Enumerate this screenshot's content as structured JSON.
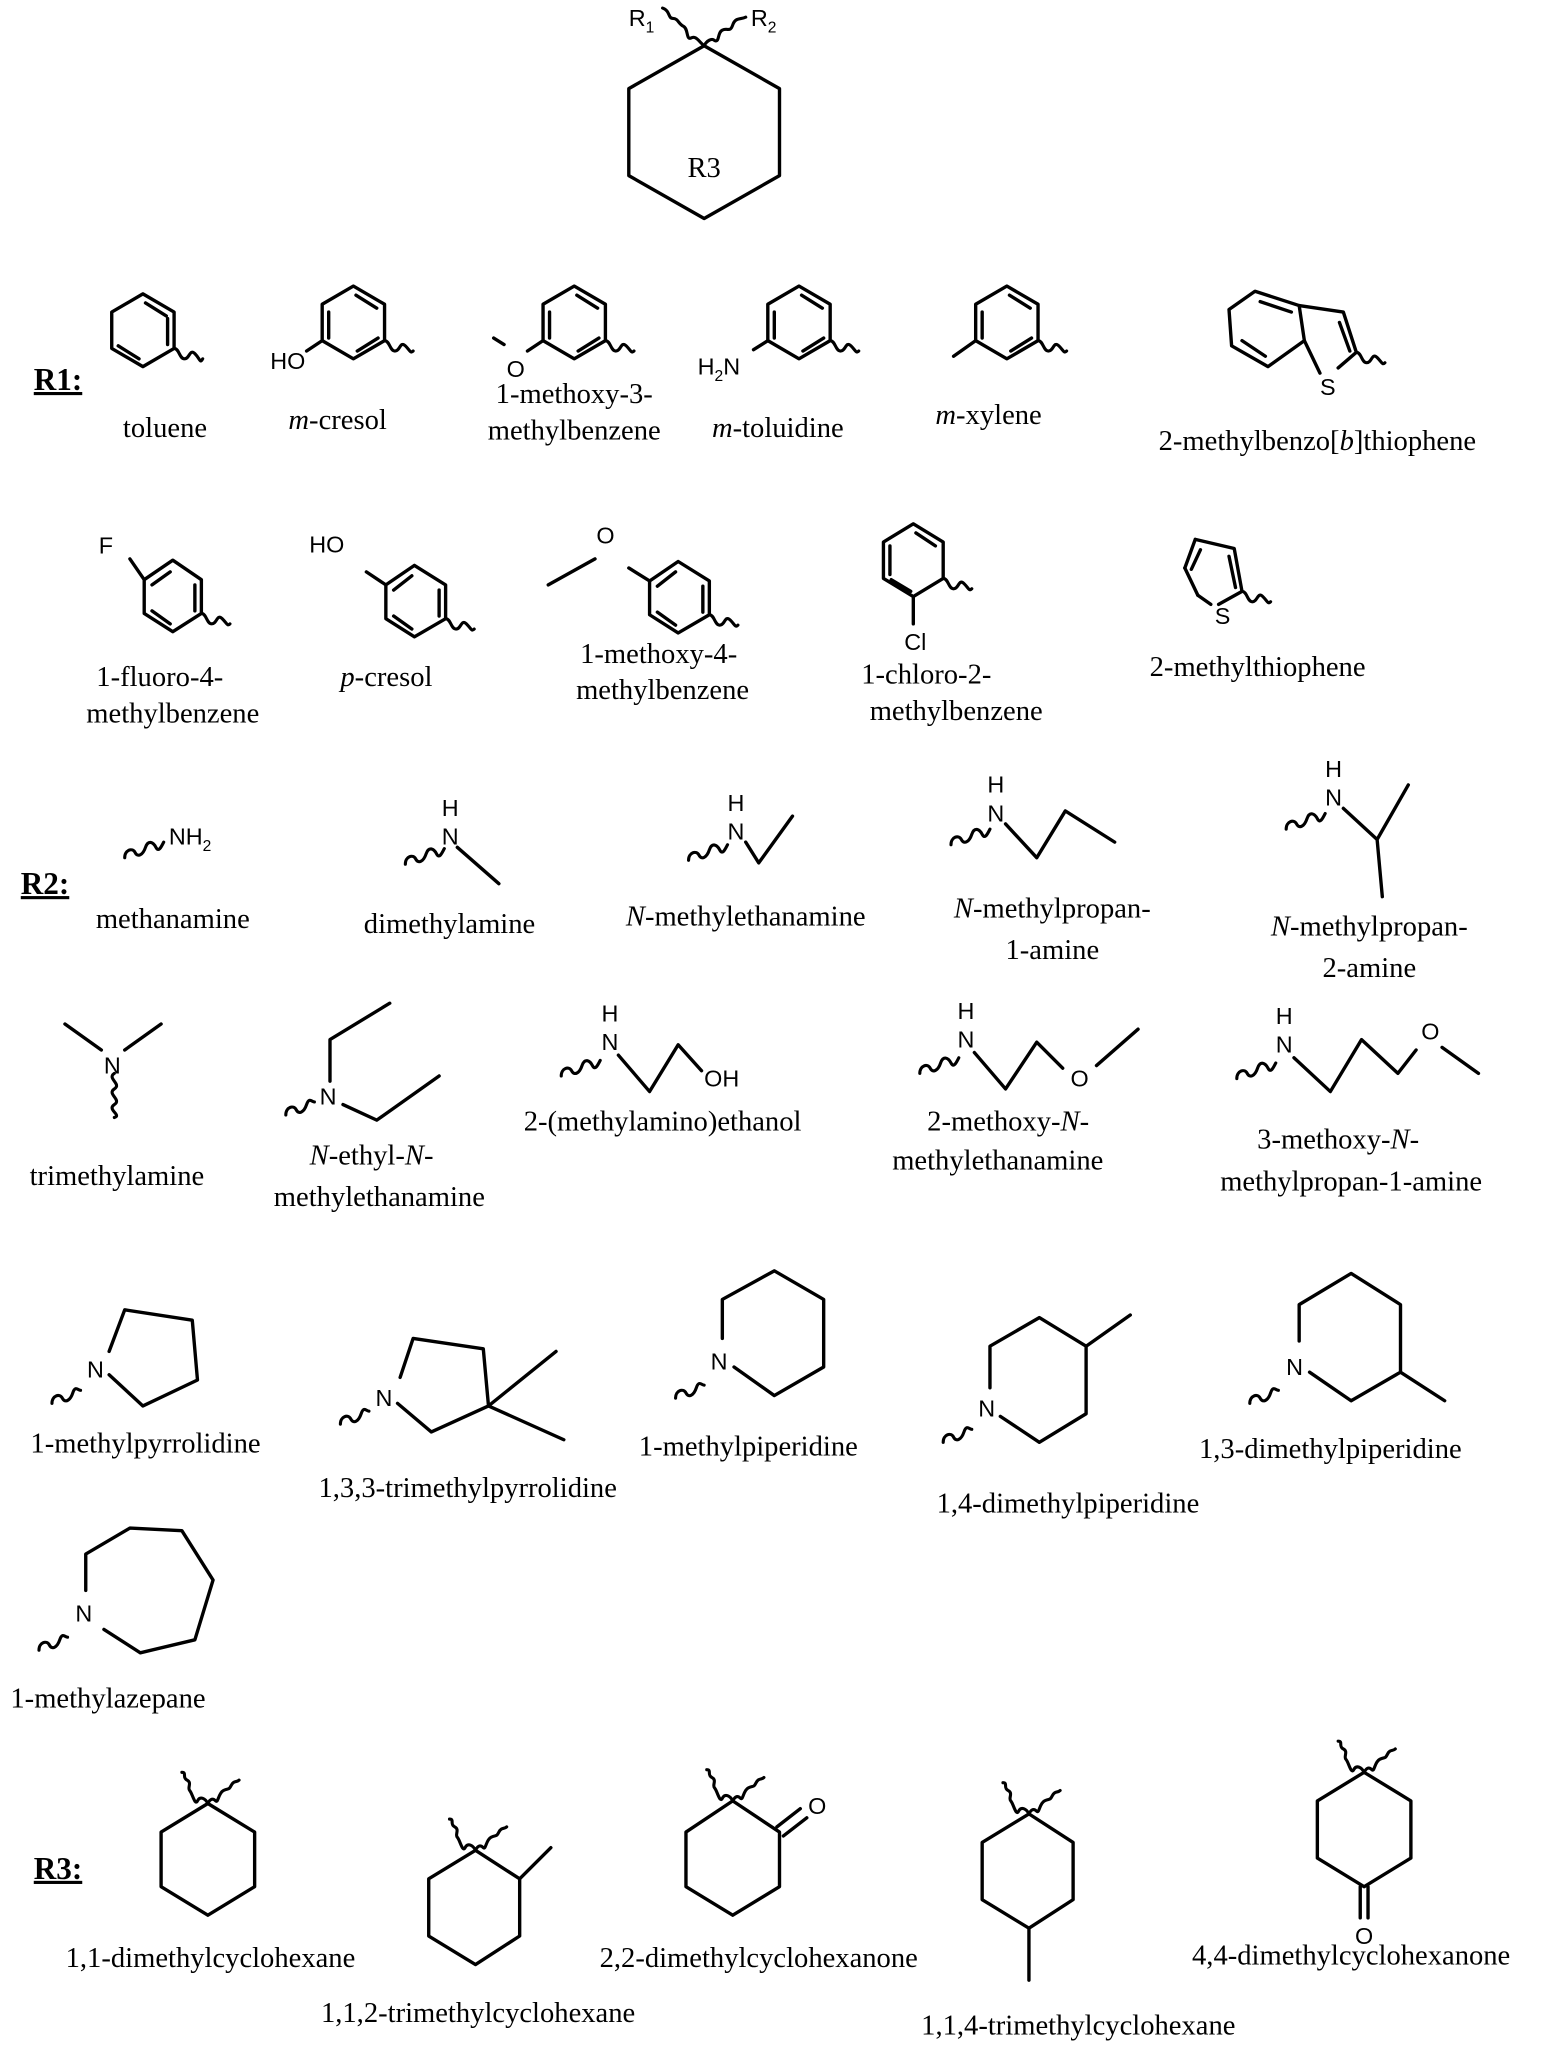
{
  "figure": {
    "core": {
      "r1": "R",
      "r1_sub": "1",
      "r2": "R",
      "r2_sub": "2",
      "center": "R3"
    },
    "groups": {
      "r1": "R1:",
      "r2": "R2:",
      "r3": "R3:"
    },
    "atoms": {
      "HO": "HO",
      "O": "O",
      "H2N": "H",
      "H2N_sub": "2",
      "N": "N",
      "S": "S",
      "F": "F",
      "Cl": "Cl",
      "H": "H",
      "NH2": "NH",
      "NH2_sub": "2",
      "OH": "OH"
    },
    "r1": [
      {
        "name": "toluene"
      },
      {
        "italic": "m",
        "rest": "-cresol"
      },
      {
        "line1": "1-methoxy-3-",
        "line2": "methylbenzene"
      },
      {
        "italic": "m",
        "rest": "-toluidine"
      },
      {
        "italic": "m",
        "rest": "-xylene"
      },
      {
        "pre": "2-methylbenzo[",
        "italic": "b",
        "post": "]thiophene"
      },
      {
        "line1": "1-fluoro-4-",
        "line2": "methylbenzene"
      },
      {
        "italic": "p",
        "rest": "-cresol"
      },
      {
        "line1": "1-methoxy-4-",
        "line2": "methylbenzene"
      },
      {
        "line1": "1-chloro-2-",
        "line2": "methylbenzene"
      },
      {
        "name": "2-methylthiophene"
      }
    ],
    "r2": [
      {
        "name": "methanamine"
      },
      {
        "name": "dimethylamine"
      },
      {
        "italic": "N",
        "rest": "-methylethanamine"
      },
      {
        "italic": "N",
        "rest": "-methylpropan-",
        "line2": "1-amine"
      },
      {
        "italic": "N",
        "rest": "-methylpropan-",
        "line2": "2-amine"
      },
      {
        "name": "trimethylamine"
      },
      {
        "italic": "N",
        "mid": "-ethyl-",
        "italic2": "N",
        "rest": "-",
        "line2": "methylethanamine"
      },
      {
        "name": "2-(methylamino)ethanol"
      },
      {
        "pre": "2-methoxy-",
        "italic": "N",
        "rest": "-",
        "line2": "methylethanamine"
      },
      {
        "pre": "3-methoxy-",
        "italic": "N",
        "rest": "-",
        "line2": "methylpropan-1-amine"
      },
      {
        "name": "1-methylpyrrolidine"
      },
      {
        "name": "1,3,3-trimethylpyrrolidine"
      },
      {
        "name": "1-methylpiperidine"
      },
      {
        "name": "1,4-dimethylpiperidine"
      },
      {
        "name": "1,3-dimethylpiperidine"
      },
      {
        "name": "1-methylazepane"
      }
    ],
    "r3": [
      {
        "name": "1,1-dimethylcyclohexane"
      },
      {
        "name": "1,1,2-trimethylcyclohexane"
      },
      {
        "name": "2,2-dimethylcyclohexanone"
      },
      {
        "name": "1,1,4-trimethylcyclohexane"
      },
      {
        "name": "4,4-dimethylcyclohexanone"
      }
    ]
  }
}
